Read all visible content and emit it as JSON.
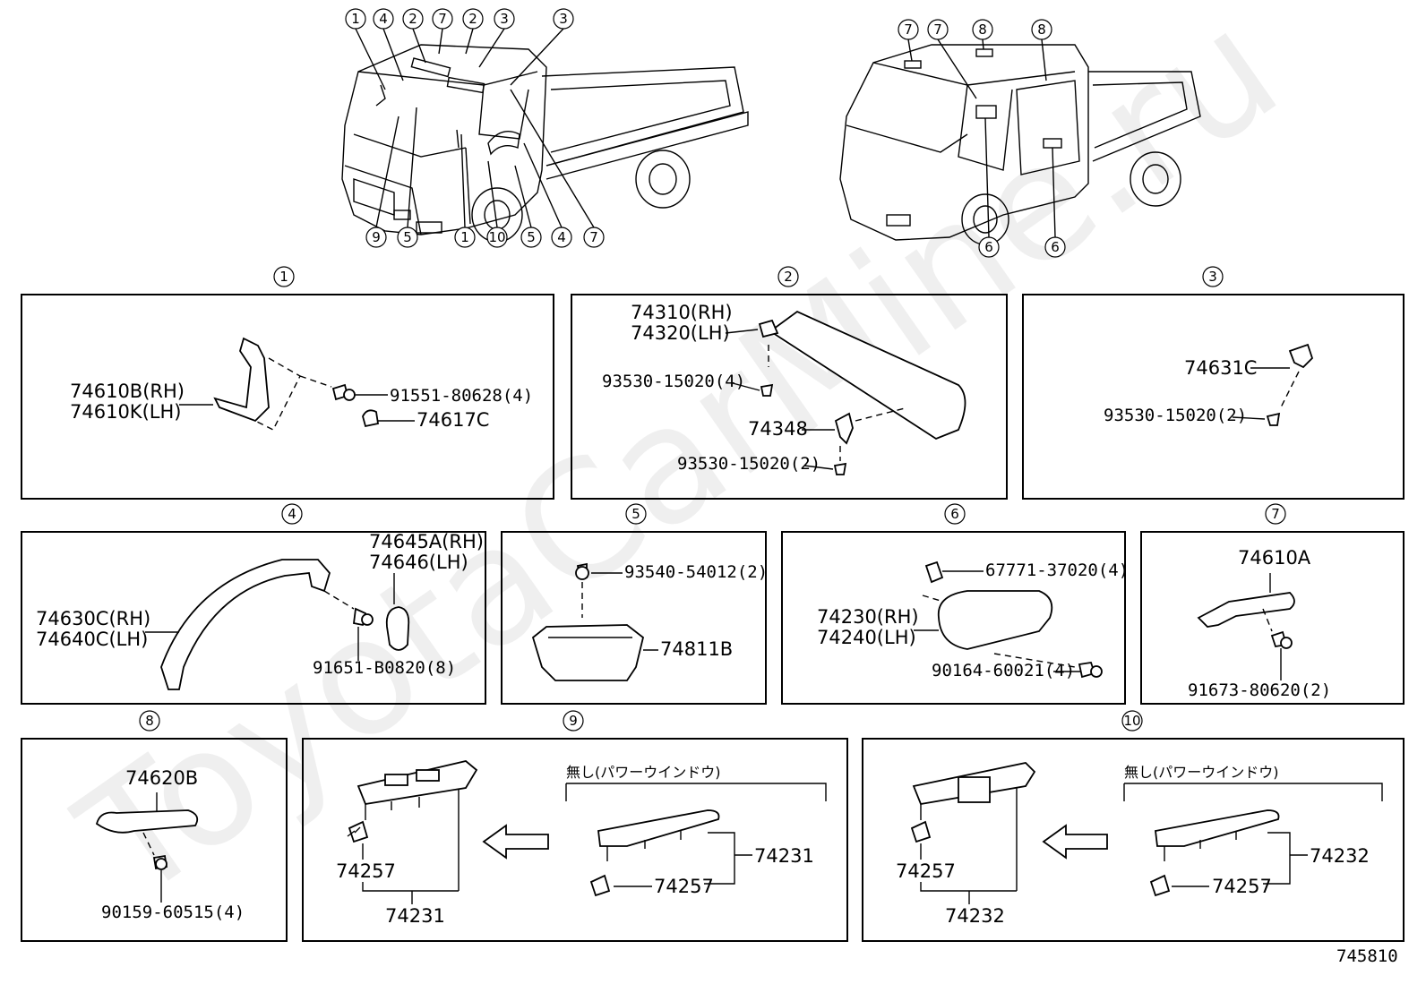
{
  "watermark": "ToyotaCarMine.ru",
  "diagram_id": "745810",
  "truck_callouts": {
    "left_top": [
      "1",
      "4",
      "2",
      "7",
      "2",
      "3",
      "3"
    ],
    "left_bottom": [
      "9",
      "5",
      "1",
      "10",
      "5",
      "4",
      "7"
    ],
    "right_top": [
      "7",
      "7",
      "8",
      "8"
    ],
    "right_bottom": [
      "6",
      "6"
    ]
  },
  "panels": [
    {
      "id": "1",
      "labels": [
        "74610B(RH)",
        "74610K(LH)",
        "91551-80628(4)",
        "74617C"
      ]
    },
    {
      "id": "2",
      "labels": [
        "74310(RH)",
        "74320(LH)",
        "93530-15020(4)",
        "74348",
        "93530-15020(2)"
      ]
    },
    {
      "id": "3",
      "labels": [
        "74631C",
        "93530-15020(2)"
      ]
    },
    {
      "id": "4",
      "labels": [
        "74645A(RH)",
        "74646(LH)",
        "74630C(RH)",
        "74640C(LH)",
        "91651-B0820(8)"
      ]
    },
    {
      "id": "5",
      "labels": [
        "93540-54012(2)",
        "74811B"
      ]
    },
    {
      "id": "6",
      "labels": [
        "67771-37020(4)",
        "74230(RH)",
        "74240(LH)",
        "90164-60021(4)"
      ]
    },
    {
      "id": "7",
      "labels": [
        "74610A",
        "91673-80620(2)"
      ]
    },
    {
      "id": "8",
      "labels": [
        "74620B",
        "90159-60515(4)"
      ]
    },
    {
      "id": "9",
      "labels": [
        "無し(パワーウインドウ)",
        "74257",
        "74231",
        "74231",
        "74257"
      ]
    },
    {
      "id": "10",
      "labels": [
        "無し(パワーウインドウ)",
        "74257",
        "74232",
        "74232",
        "74257"
      ]
    }
  ]
}
